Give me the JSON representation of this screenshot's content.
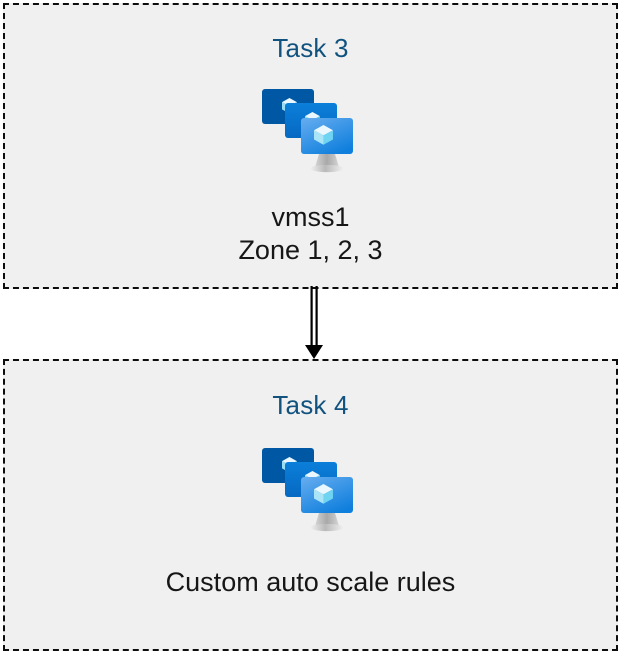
{
  "diagram": {
    "background_color": "#ffffff",
    "box_fill_color": "#f0f0f0",
    "box_border_color": "#0d0d0d",
    "title_color": "#12527f",
    "caption_color": "#161616",
    "arrow_color": "#000000",
    "nodes": [
      {
        "id": "task-3",
        "title": "Task 3",
        "icon": "virtual-machine-scale-set-icon",
        "caption": "vmss1\nZone 1, 2, 3",
        "caption_lines": [
          "vmss1",
          "Zone 1, 2, 3"
        ]
      },
      {
        "id": "task-4",
        "title": "Task 4",
        "icon": "virtual-machine-scale-set-icon",
        "caption": "Custom auto scale rules",
        "caption_lines": [
          "Custom auto scale rules"
        ]
      }
    ],
    "connector": {
      "type": "double-line-arrow",
      "from": "task-3",
      "to": "task-4",
      "direction": "down"
    }
  },
  "icon_colors": {
    "monitor_back": "#0058a4",
    "monitor_middle_top": "#0b7fda",
    "monitor_middle_bottom": "#0669c2",
    "monitor_front_top": "#56a4ed",
    "monitor_front_bottom": "#0f7fdd",
    "cube_top": "#eaf7fe",
    "cube_left": "#a9e4f7",
    "cube_right": "#6fd3f2",
    "stand": "#b3b3b3",
    "stand_base": "#cfcfcf"
  }
}
